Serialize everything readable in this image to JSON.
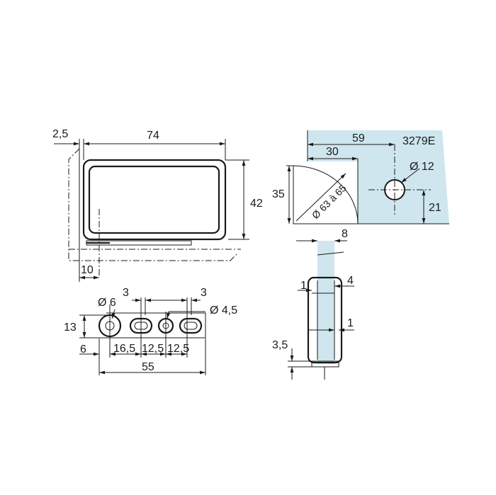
{
  "drawing": {
    "part_number": "3279E",
    "front_view": {
      "width": "74",
      "height": "42",
      "offset_top": "2,5",
      "offset_side": "10"
    },
    "hole_view": {
      "hole_large": "Ø 6",
      "hole_small": "Ø 4,5",
      "slot_width_a": "3",
      "slot_width_b": "3",
      "height": "13",
      "edge": "6",
      "spacing_1": "16,5",
      "spacing_2": "12,5",
      "spacing_3": "12,5",
      "total": "55"
    },
    "glass_view": {
      "dim_59": "59",
      "dim_30": "30",
      "dim_35": "35",
      "dim_21": "21",
      "hole": "Ø 12",
      "radius": "Ø 63 à 65"
    },
    "side_view": {
      "thickness": "8",
      "gap_1": "1",
      "gap_4": "4",
      "gap_1b": "1",
      "base": "3,5"
    }
  }
}
